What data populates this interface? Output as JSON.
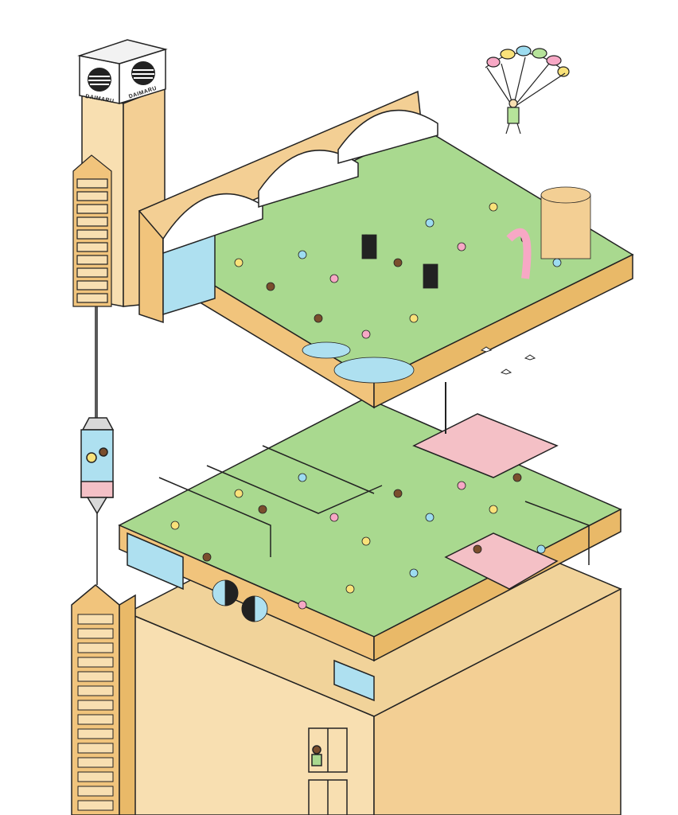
{
  "signage": {
    "brand_left": "DAIMARU",
    "brand_right": "DAIMARU"
  },
  "palette": {
    "building": "#f8dfb1",
    "building_dark": "#e9b968",
    "floor_green": "#a9d98f",
    "floor_pink": "#f4c0c6",
    "glass_blue": "#aee0f0",
    "outline": "#222222",
    "canopy": "#ffffff",
    "parachute": [
      "#f7a8c5",
      "#f9e27a",
      "#9ddcf0",
      "#b6e39a"
    ]
  },
  "illustration": {
    "tower_sign_icon": "daimaru-logo-icon",
    "elevator_icon": "elevator-car-icon",
    "parachute_icon": "parachutist-icon",
    "upper_deck": "rooftop-garden",
    "lower_deck": "department-store-floor"
  }
}
